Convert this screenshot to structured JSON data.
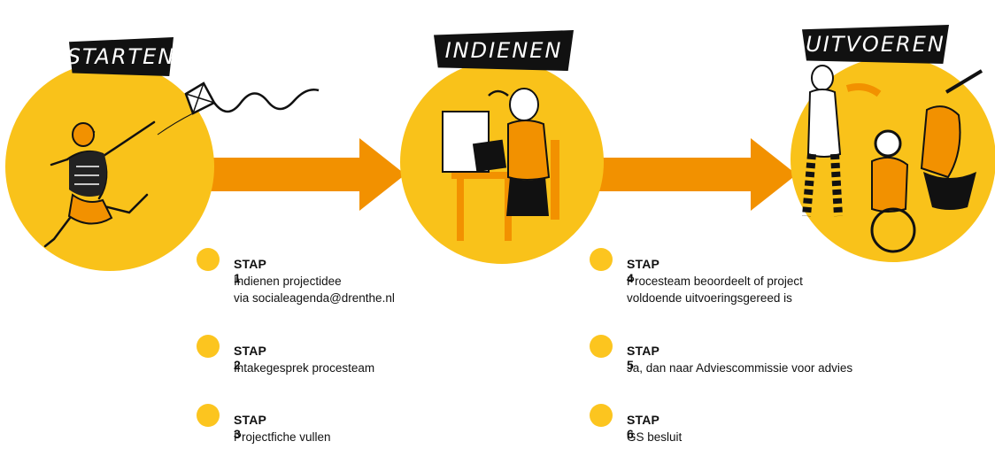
{
  "colors": {
    "accent_yellow": "#f9c21a",
    "arrow_orange": "#f29100",
    "label_black": "#111111",
    "text": "#111111"
  },
  "phases": [
    {
      "label": "STARTEN",
      "illustration": "kite-flying-boy"
    },
    {
      "label": "INDIENEN",
      "illustration": "person-at-laptop-desk"
    },
    {
      "label": "UITVOEREN",
      "illustration": "musicians-and-wheelchair-user"
    }
  ],
  "steps": [
    {
      "title": "STAP 1",
      "lines": [
        "Indienen projectidee",
        "via socialeagenda@drenthe.nl"
      ]
    },
    {
      "title": "STAP 2",
      "lines": [
        "Intakegesprek procesteam"
      ]
    },
    {
      "title": "STAP 3",
      "lines": [
        "Projectfiche vullen"
      ]
    },
    {
      "title": "STAP 4",
      "lines": [
        "Procesteam beoordeelt of project",
        "voldoende uitvoeringsgereed is"
      ]
    },
    {
      "title": "STAP 5",
      "lines": [
        "Ja, dan naar Adviescommissie voor advies"
      ]
    },
    {
      "title": "STAP 6",
      "lines": [
        "GS besluit"
      ]
    }
  ]
}
